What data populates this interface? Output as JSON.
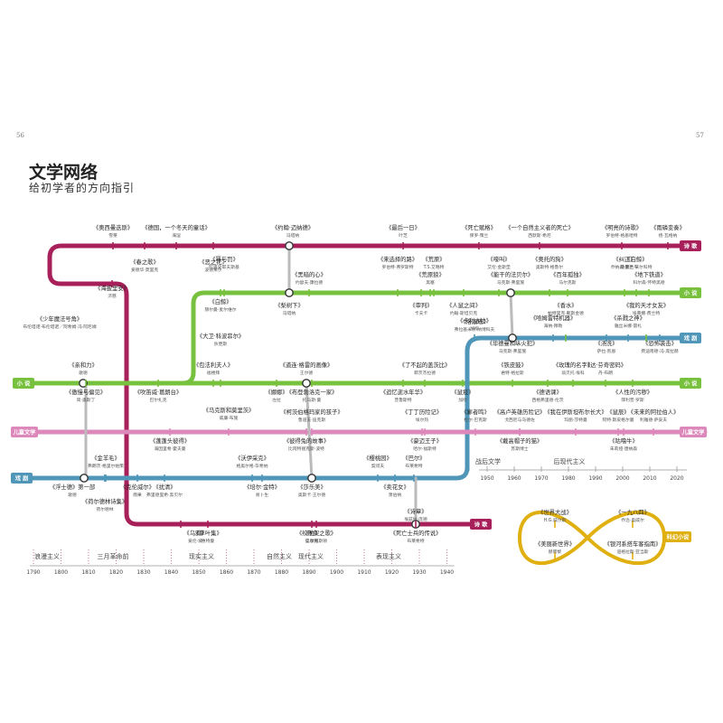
{
  "page": {
    "left_number": "56",
    "right_number": "57",
    "title": "文学网络",
    "subtitle": "给初学者的方向指引"
  },
  "colors": {
    "poetry": "#a8205a",
    "novel": "#78c13e",
    "drama": "#4f96b8",
    "prose": "#7a7a7a",
    "children": "#dd88bb",
    "scifi": "#e0b010",
    "timeline": "#9c1f4a"
  },
  "lines": [
    {
      "id": "poetry-top",
      "label": "诗 歌",
      "color": "#a8205a"
    },
    {
      "id": "novel-upper",
      "label": "小 说",
      "color": "#78c13e"
    },
    {
      "id": "drama-mid",
      "label": "戏 剧",
      "color": "#4f96b8"
    },
    {
      "id": "novel-main-left",
      "label": "小 说",
      "color": "#78c13e"
    },
    {
      "id": "novel-main-right",
      "label": "小 说",
      "color": "#78c13e"
    },
    {
      "id": "children-left",
      "label": "儿童文学",
      "color": "#dd88bb"
    },
    {
      "id": "children-right",
      "label": "儿童文学",
      "color": "#dd88bb"
    },
    {
      "id": "drama-left",
      "label": "戏 剧",
      "color": "#4f96b8"
    },
    {
      "id": "poetry-bottom",
      "label": "诗 歌",
      "color": "#a8205a"
    },
    {
      "id": "scifi",
      "label": "科幻小说",
      "color": "#e0b010"
    }
  ],
  "works": [
    {
      "title": "《奥西曼迭斯》",
      "author": "雪莱"
    },
    {
      "title": "《德国，一个冬天的童话》",
      "author": "海涅"
    },
    {
      "title": "《春之歌》",
      "author": "爱德华·莫里克"
    },
    {
      "title": "《恶之花》",
      "author": "波德莱尔"
    },
    {
      "title": "《约翰·迈纳德》",
      "author": "冯塔纳"
    },
    {
      "title": "《最后一日》",
      "author": "叶芝"
    },
    {
      "title": "《死亡赋格》",
      "author": "保罗·策兰"
    },
    {
      "title": "《一个自然主义者的死亡》",
      "author": "西默斯·希尼"
    },
    {
      "title": "《明亮的诗歌》",
      "author": "罗伯特·格恩哈特"
    },
    {
      "title": "《雨磷变奏》",
      "author": "扬·瓦格纳"
    },
    {
      "title": "《海披里安》",
      "author": "济慈"
    },
    {
      "title": "《罪与罚》",
      "author": "陀思妥耶夫斯基"
    },
    {
      "title": "《黑暗的心》",
      "author": "约瑟夫·康拉德"
    },
    {
      "title": "《来选择的路》",
      "author": "罗伯特·弗罗斯特"
    },
    {
      "title": "《荒原》",
      "author": "T.S.艾略特"
    },
    {
      "title": "《嚎叫》",
      "author": "艾伦·金斯堡"
    },
    {
      "title": "《奥托的狗》",
      "author": "奥斯特·格鲁尔"
    },
    {
      "title": "《白鲸》",
      "author": "赫尔曼·麦尔维尔"
    },
    {
      "title": "《荒原狼》",
      "author": "黑塞"
    },
    {
      "title": "《能干的法贝尔》",
      "author": "马克斯·弗里施"
    },
    {
      "title": "《百年孤独》",
      "author": "马尔克斯"
    },
    {
      "title": "《纠正》",
      "author": "乔纳森·弗兰岑"
    },
    {
      "title": "《白鲸》",
      "author": "德里克·沃尔科特"
    },
    {
      "title": "《地下铁道》",
      "author": "科尔森·怀特黑德"
    },
    {
      "title": "《少年魔法号角》",
      "author": "布伦塔诺·布伦塔诺／阿希姆·冯·阿尼姆"
    },
    {
      "title": "《梨树下》",
      "author": "冯塔纳"
    },
    {
      "title": "《审判》",
      "author": "卡夫卡"
    },
    {
      "title": "《人鼠之间》",
      "author": "约翰·斯坦贝克"
    },
    {
      "title": "《洛丽塔》",
      "author": "弗拉基米尔·纳博科夫"
    },
    {
      "title": "《香水》",
      "author": "帕特里克·聚斯金德"
    },
    {
      "title": "《我的天才女友》",
      "author": "埃莱娜·费兰特"
    },
    {
      "title": "《卡利古拉》",
      "author": "加缪"
    },
    {
      "title": "《哈姆雷特机器》",
      "author": "海纳·穆勒"
    },
    {
      "title": "《杀戮之神》",
      "author": "雅丝米娜·雷札"
    },
    {
      "title": "《大卫·科波菲尔》",
      "author": "狄更斯"
    },
    {
      "title": "《毕德曼和纵火犯》",
      "author": "马克斯·弗里施"
    },
    {
      "title": "《汤洗》",
      "author": "萨拉·凯恩"
    },
    {
      "title": "《恐怖袭击》",
      "author": "费迪南德·冯·席拉赫"
    },
    {
      "title": "《亲和力》",
      "author": "歌德"
    },
    {
      "title": "《包法利夫人》",
      "author": "福楼拜"
    },
    {
      "title": "《道连·格雷的画像》",
      "author": "王尔德"
    },
    {
      "title": "《了不起的盖茨比》",
      "author": "菲茨杰拉德"
    },
    {
      "title": "《铁皮鼓》",
      "author": "君特·格拉斯"
    },
    {
      "title": "《玫瑰的名字》",
      "author": "翁贝托·埃科"
    },
    {
      "title": "《达·芬奇密码》",
      "author": "丹·布朗"
    },
    {
      "title": "《傲慢与偏见》",
      "author": "简·奥斯丁"
    },
    {
      "title": "《吹笛威·葛朗台》",
      "author": "巴尔扎克"
    },
    {
      "title": "《娜娜》",
      "author": "左拉"
    },
    {
      "title": "《布登勃洛克一家》",
      "author": "托马斯·曼"
    },
    {
      "title": "《追忆逝水年华》",
      "author": "普鲁斯特"
    },
    {
      "title": "《鼠疫》",
      "author": "加缪"
    },
    {
      "title": "《德语课》",
      "author": "西格弗里德·伦茨"
    },
    {
      "title": "《人性的污秽》",
      "author": "菲利普·罗斯"
    },
    {
      "title": "《马克斯和莫里茨》",
      "author": "威廉·布施"
    },
    {
      "title": "《柯茨伯格玛家的孩子》",
      "author": "鲁道夫·迪克斯"
    },
    {
      "title": "《丁丁历险记》",
      "author": "埃尔热"
    },
    {
      "title": "《廊者鸣》",
      "author": "杜尔·巴克斯"
    },
    {
      "title": "《高卢英雄历险记》",
      "author": "戈西尼与乌德佐"
    },
    {
      "title": "《我在伊斯坦布尔长大》",
      "author": "玛丽·莎特曼"
    },
    {
      "title": "《鼠辰》",
      "author": "阿特·斯皮格尔曼"
    },
    {
      "title": "《未来的阿拉伯人》",
      "author": "利雅德·萨妥夫"
    },
    {
      "title": "《蓬蓬头彼得》",
      "author": "海因里希·霍夫曼"
    },
    {
      "title": "《彼得兔的故事》",
      "author": "比阿特丽克斯·波特"
    },
    {
      "title": "《豪迈王子》",
      "author": "哈尔·福斯特"
    },
    {
      "title": "《戴高帽子的猫》",
      "author": "苏斯博士"
    },
    {
      "title": "《咕噜牛》",
      "author": "朱莉娅·唐纳森"
    },
    {
      "title": "《金羊毛》",
      "author": "弗朗茨·格里尔帕策"
    },
    {
      "title": "《沃伊采克》",
      "author": "格奥尔格·毕希纳"
    },
    {
      "title": "《樱桃园》",
      "author": "契诃夫"
    },
    {
      "title": "《巴尔》",
      "author": "布莱希特"
    },
    {
      "title": "《浮士德》第一部",
      "author": "歌德"
    },
    {
      "title": "《扰清》",
      "author": "弗里德里希·黑贝尔"
    },
    {
      "title": "《培尔·金特》",
      "author": "易卜生"
    },
    {
      "title": "《莎乐美》",
      "author": "奥斯卡·王尔德"
    },
    {
      "title": "《卖花女》",
      "author": "萧伯纳"
    },
    {
      "title": "《克伦威尔》",
      "author": "雨果"
    },
    {
      "title": "《荷尔德林诗集》",
      "author": "荷尔德林"
    },
    {
      "title": "《乌鸦》",
      "author": "爱伦·坡"
    },
    {
      "title": "《豹》",
      "author": "里尔克"
    },
    {
      "title": "《诗章》",
      "author": "埃兹拉·庞德"
    },
    {
      "title": "《草叶集》",
      "author": "惠特曼"
    },
    {
      "title": "《绞刑架之歌》",
      "author": "C.摩根斯顿"
    },
    {
      "title": "《死亡士兵的传说》",
      "author": "布莱希特"
    },
    {
      "title": "《世界大战》",
      "author": "H.G.威尔斯"
    },
    {
      "title": "《美丽新世界》",
      "author": "赫胥黎"
    },
    {
      "title": "《一九八四》",
      "author": "乔治·奥威尔"
    },
    {
      "title": "《银河系搭车客指南》",
      "author": "道格拉斯·亚当斯"
    }
  ],
  "epochs": [
    {
      "label": "浪漫主义"
    },
    {
      "label": "三月革命前"
    },
    {
      "label": "现实主义"
    },
    {
      "label": "自然主义"
    },
    {
      "label": "现代主义"
    },
    {
      "label": "表现主义"
    },
    {
      "label": "战后文学"
    },
    {
      "label": "后现代主义"
    }
  ],
  "years_left": [
    "1790",
    "1800",
    "1810",
    "1820",
    "1830",
    "1840",
    "1850",
    "1860",
    "1870",
    "1880",
    "1890",
    "1900",
    "1910",
    "1920",
    "1930",
    "1940"
  ],
  "years_right": [
    "1950",
    "1960",
    "1970",
    "1980",
    "1990",
    "2000",
    "2010",
    "2020"
  ]
}
